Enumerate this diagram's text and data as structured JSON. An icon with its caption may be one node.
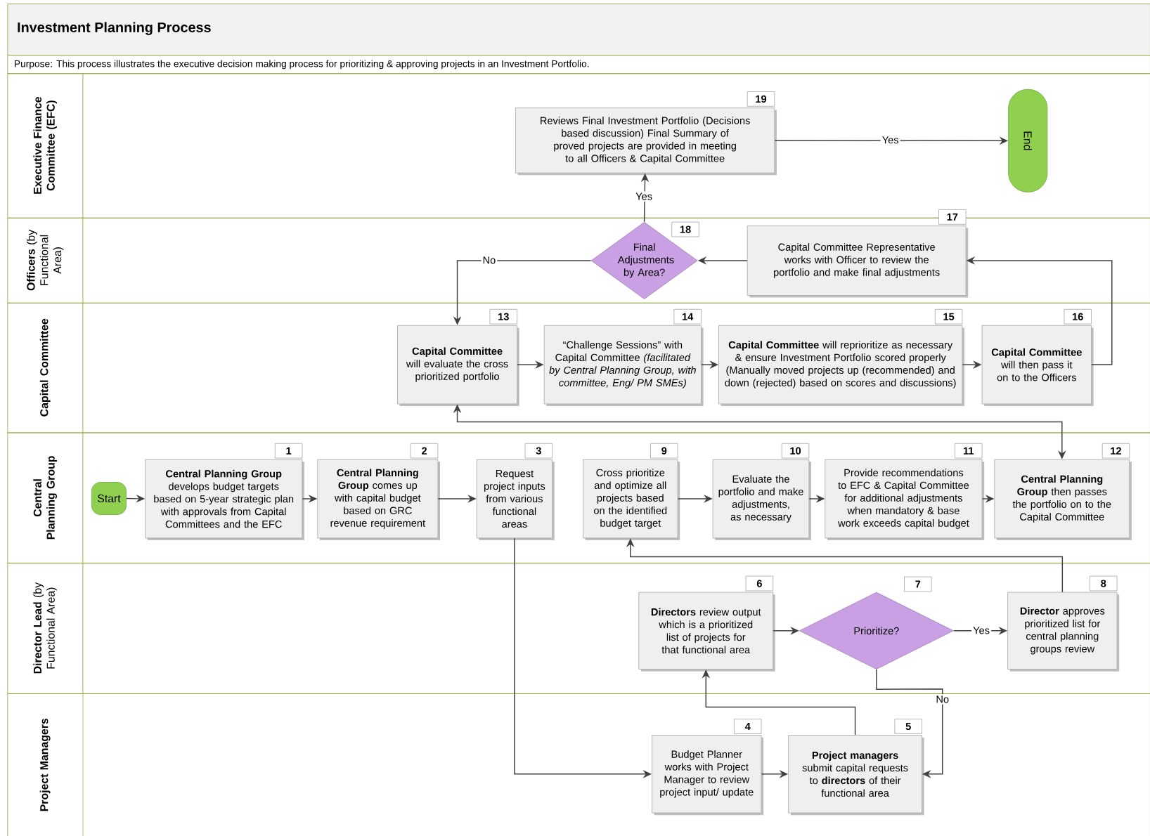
{
  "diagram": {
    "title": "Investment Planning Process",
    "labels": [
      "Purpose: This process illustrates the executive decision making process for prioritizing & approving projects in an Investment Portfolio."
    ],
    "nodes": [
      {
        "text": [
          "Executive Finance Committee (EFC)"
        ]
      },
      {
        "text": [
          "Reviews Final Investment Portfolio (Decisions based discussion) Final Summary of proved projects are provided in meeting to all Officers & Capital Committee"
        ],
        "in": 0,
        "beside": [
          "19"
        ]
      },
      {
        "text": [
          "End"
        ],
        "in": 0
      },
      {
        "text": [
          "**Officers** (by Functional Area)"
        ]
      },
      {
        "text": [
          "Final Adjustments by Area?"
        ],
        "in": 3,
        "beside": [
          "18"
        ]
      },
      {
        "text": [
          "Capital Committee Representative works with Officer to review the portfolio and make final adjustments"
        ],
        "in": 3,
        "beside": [
          "17"
        ]
      },
      {
        "text": [
          "Capital Committee"
        ]
      },
      {
        "text": [
          "**Capital Committee** will evaluate the cross prioritized portfolio"
        ],
        "in": 6,
        "beside": [
          "13"
        ]
      },
      {
        "text": [
          "“Challenge Sessions” with Capital Committee *(facilitated by Central Planning Group, with committee, Eng/ PM SMEs)*"
        ],
        "in": 6,
        "beside": [
          "14"
        ]
      },
      {
        "text": [
          "**Capital Committee** will reprioritize as necessary & ensure Investment Portfolio scored properly (Manually moved projects up (recommended) and down (rejected) based on scores and discussions)"
        ],
        "in": 6,
        "beside": [
          "15"
        ]
      },
      {
        "text": [
          "**Capital Committee** will then pass it on to the Officers"
        ],
        "in": 6,
        "beside": [
          "16"
        ]
      },
      {
        "text": [
          "Central Planning Group"
        ]
      },
      {
        "text": [
          "Start"
        ],
        "in": 11
      },
      {
        "text": [
          "**Central Planning Group** develops budget targets based on 5-year strategic plan with approvals from Capital Committees and the EFC"
        ],
        "in": 11,
        "beside": [
          "1"
        ]
      },
      {
        "text": [
          "**Central Planning Group** comes up with capital budget based on GRC revenue requirement"
        ],
        "in": 11,
        "beside": [
          "2"
        ]
      },
      {
        "text": [
          "Request project inputs from various functional areas"
        ],
        "in": 11,
        "beside": [
          "3"
        ]
      },
      {
        "text": [
          "Cross prioritize and optimize all projects based on the identified budget target"
        ],
        "in": 11,
        "beside": [
          "9"
        ]
      },
      {
        "text": [
          "Evaluate the portfolio and make adjustments, as necessary"
        ],
        "in": 11,
        "beside": [
          "10"
        ]
      },
      {
        "text": [
          "Provide recommendations to EFC & Capital Committee for additional adjustments when mandatory & base work exceeds capital budget"
        ],
        "in": 11,
        "beside": [
          "11"
        ]
      },
      {
        "text": [
          "**Central Planning Group** then passes the portfolio on to the Capital Committee"
        ],
        "in": 11,
        "beside": [
          "12"
        ]
      },
      {
        "text": [
          "**Director Lead** (by Functional Area)"
        ]
      },
      {
        "text": [
          "**Directors** review output which is a prioritized list of projects for that functional area"
        ],
        "in": 20,
        "beside": [
          "6"
        ]
      },
      {
        "text": [
          "Prioritize?"
        ],
        "in": 20,
        "beside": [
          "7"
        ]
      },
      {
        "text": [
          "**Director** approves prioritized list for central planning groups review"
        ],
        "in": 20,
        "beside": [
          "8"
        ]
      },
      {
        "text": [
          "Project Managers"
        ]
      },
      {
        "text": [
          "Budget Planner works with Project Manager to review project input/ update"
        ],
        "in": 24,
        "beside": [
          "4"
        ]
      },
      {
        "text": [
          "**Project managers** submit capital requests to **directors** of their functional area"
        ],
        "in": 24,
        "beside": [
          "5"
        ]
      }
    ],
    "edges": [
      {
        "from": 12,
        "to": 13,
        "arrow": "to"
      },
      {
        "from": 13,
        "to": 14,
        "arrow": "to"
      },
      {
        "from": 14,
        "to": 15,
        "arrow": "to"
      },
      {
        "from": 15,
        "to": 25,
        "arrow": "to"
      },
      {
        "from": 25,
        "to": 26,
        "arrow": "to"
      },
      {
        "from": 26,
        "to": 21,
        "arrow": "to"
      },
      {
        "from": 21,
        "to": 22,
        "arrow": "to"
      },
      {
        "from": 22,
        "to": 23,
        "arrow": "to",
        "label": "Yes"
      },
      {
        "from": 22,
        "to": 26,
        "arrow": "to",
        "label": "No"
      },
      {
        "from": 23,
        "to": 16,
        "arrow": "to"
      },
      {
        "from": 16,
        "to": 17,
        "arrow": "to"
      },
      {
        "from": 17,
        "to": 18,
        "arrow": "to"
      },
      {
        "from": 18,
        "to": 19,
        "arrow": "to"
      },
      {
        "from": 19,
        "to": 7,
        "arrow": "both"
      },
      {
        "from": 7,
        "to": 8,
        "arrow": "to"
      },
      {
        "from": 8,
        "to": 9,
        "arrow": "to"
      },
      {
        "from": 9,
        "to": 10,
        "arrow": "to"
      },
      {
        "from": 10,
        "to": 5,
        "arrow": "to"
      },
      {
        "from": 5,
        "to": 4,
        "arrow": "to"
      },
      {
        "from": 4,
        "to": 1,
        "arrow": "to",
        "label": "Yes"
      },
      {
        "from": 4,
        "to": 7,
        "arrow": "to",
        "label": "No"
      },
      {
        "from": 1,
        "to": 2,
        "arrow": "to",
        "label": "Yes"
      }
    ]
  }
}
